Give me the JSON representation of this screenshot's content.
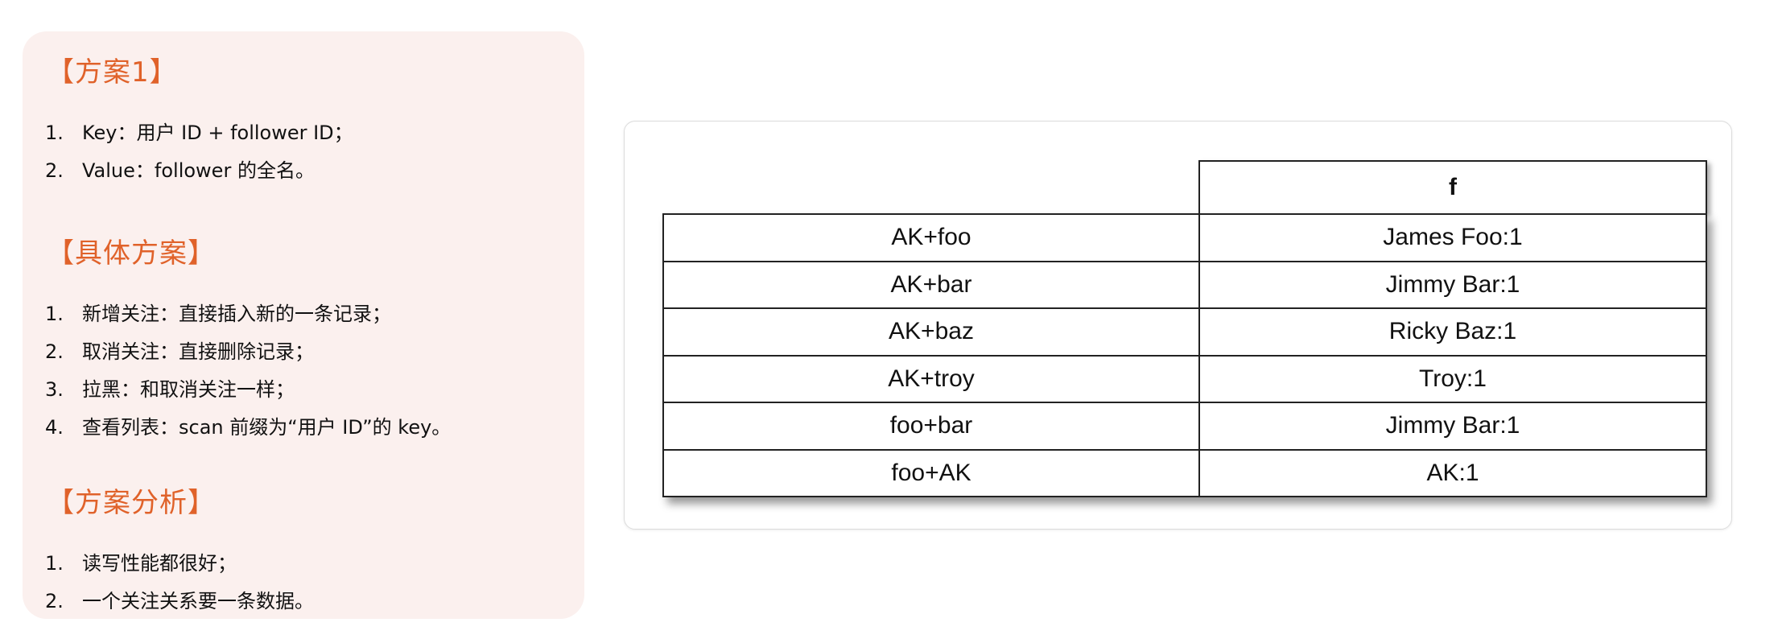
{
  "plan": {
    "title": "【方案1】",
    "items": [
      {
        "num": "1.",
        "text": "Key：用户 ID + follower ID；"
      },
      {
        "num": "2.",
        "text": "Value：follower 的全名。"
      }
    ]
  },
  "detail": {
    "title": "【具体方案】",
    "items": [
      {
        "num": "1.",
        "text": "新增关注：直接插入新的一条记录；"
      },
      {
        "num": "2.",
        "text": "取消关注：直接删除记录；"
      },
      {
        "num": "3.",
        "text": "拉黑：和取消关注一样；"
      },
      {
        "num": "4.",
        "text": "查看列表：scan 前缀为“用户 ID”的 key。"
      }
    ]
  },
  "analysis": {
    "title": "【方案分析】",
    "items": [
      {
        "num": "1.",
        "text": "读写性能都很好；"
      },
      {
        "num": "2.",
        "text": "一个关注关系要一条数据。"
      }
    ]
  },
  "table": {
    "column_header": "f",
    "rows": [
      {
        "key": "AK+foo",
        "value": "James Foo:1"
      },
      {
        "key": "AK+bar",
        "value": "Jimmy Bar:1"
      },
      {
        "key": "AK+baz",
        "value": "Ricky Baz:1"
      },
      {
        "key": "AK+troy",
        "value": "Troy:1"
      },
      {
        "key": "foo+bar",
        "value": "Jimmy Bar:1"
      },
      {
        "key": "foo+AK",
        "value": "AK:1"
      }
    ]
  }
}
